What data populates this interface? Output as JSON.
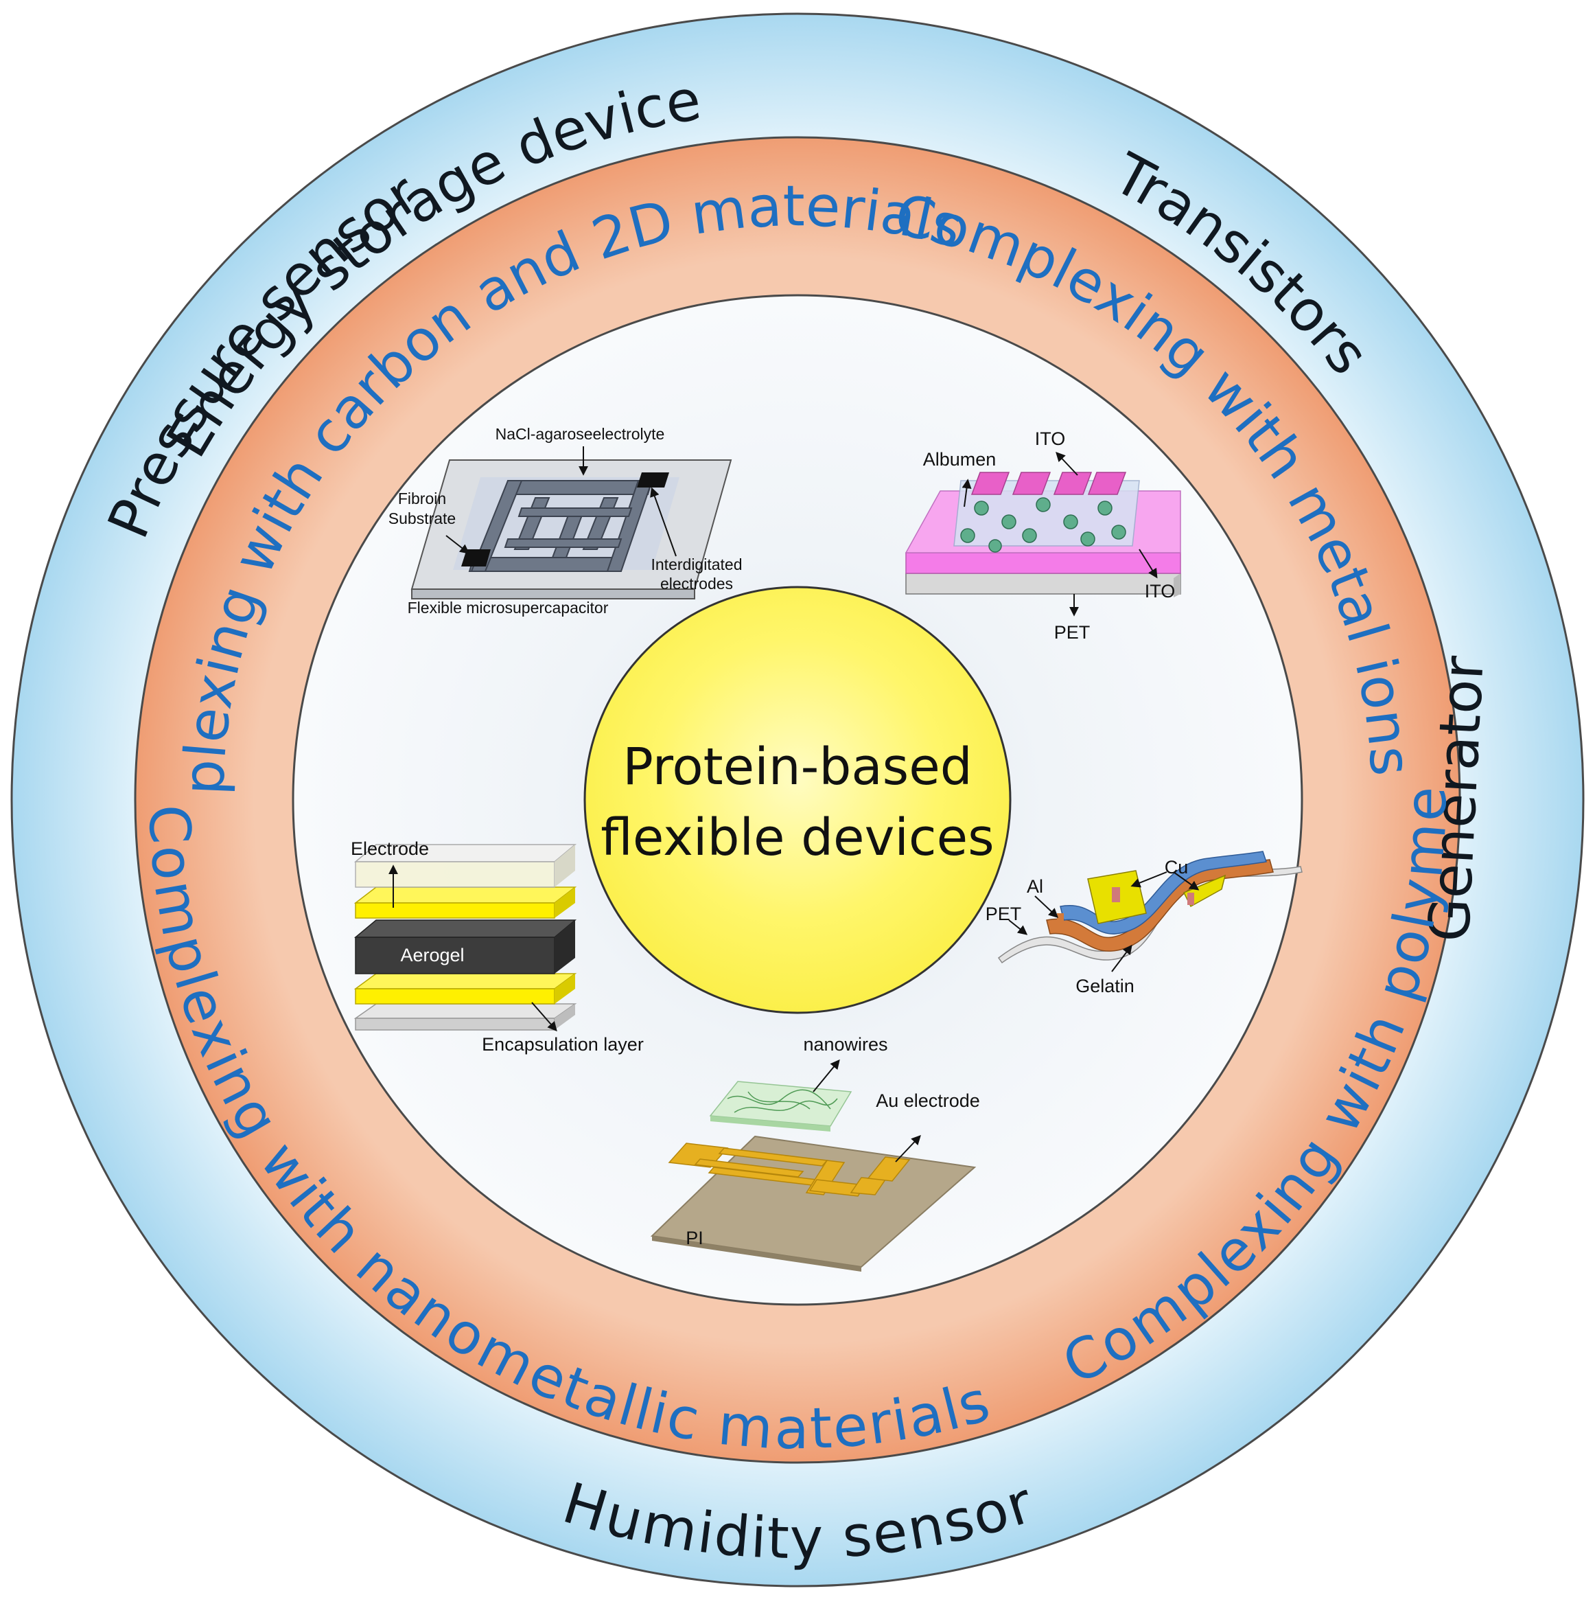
{
  "center": {
    "line1": "Protein-based",
    "line2": "flexible devices"
  },
  "outer_ring": {
    "energy_storage": "Energy storage device",
    "transistors": "Transistors",
    "generator": "Generator",
    "humidity_sensor": "Humidity sensor",
    "pressure_sensor": "Pressure sensor"
  },
  "middle_ring": {
    "carbon_2d": "Complexing with carbon and 2D materials",
    "metal_ions": "Complexing with metal ions",
    "polymer": "Complexing with polymer",
    "nanometallic": "Complexing with nanometallic materials"
  },
  "supercapacitor": {
    "electrolyte": "NaCl-agaroseelectrolyte",
    "fibroin": "Fibroin",
    "substrate": "Substrate",
    "interdigitated": "Interdigitated",
    "electrodes": "electrodes",
    "caption": "Flexible microsupercapacitor"
  },
  "transistor_device": {
    "albumen": "Albumen",
    "ito_top": "ITO",
    "ito_side": "ITO",
    "pet": "PET"
  },
  "aerogel_device": {
    "electrode": "Electrode",
    "aerogel": "Aerogel",
    "encapsulation": "Encapsulation layer"
  },
  "generator_device": {
    "cu": "Cu",
    "al": "Al",
    "pet": "PET",
    "gelatin": "Gelatin"
  },
  "humidity_device": {
    "nanowires": "nanowires",
    "au_electrode": "Au electrode",
    "pi": "PI"
  },
  "colors": {
    "outer_ring": "#cfe9f7",
    "middle_ring": "#f0a57e",
    "inner_disc": "#eef3f8",
    "center_disc": "#fff568",
    "blue_text": "#1e6fc1"
  }
}
